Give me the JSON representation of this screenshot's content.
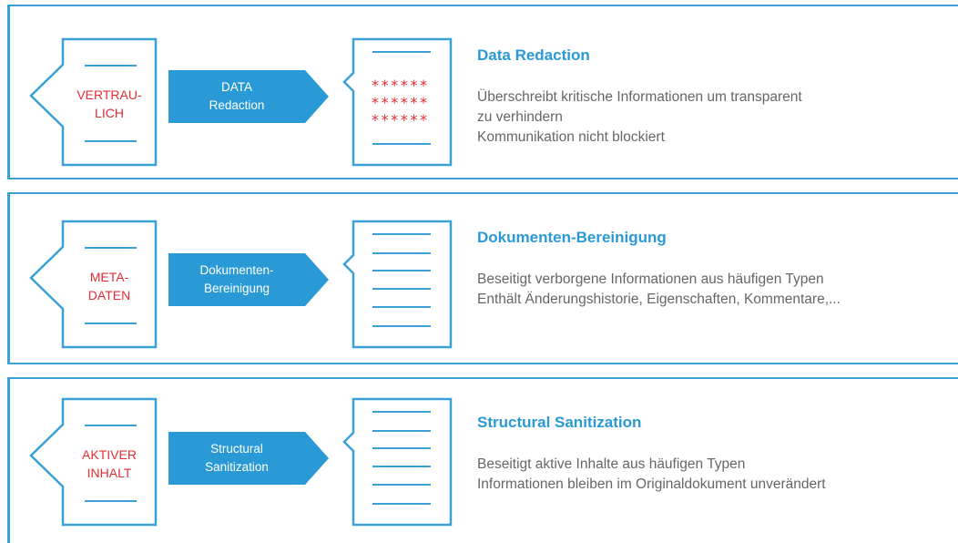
{
  "rows": [
    {
      "source_label": [
        "VERTRAU-",
        "LICH"
      ],
      "arrow_label": [
        "DATA",
        "Redaction"
      ],
      "masked_lines": [
        "******",
        "******",
        "******"
      ],
      "title": "Data Redaction",
      "description": [
        "Überschreibt kritische Informationen um transparent",
        "zu verhindern",
        "Kommunikation nicht blockiert"
      ]
    },
    {
      "source_label": [
        "META-",
        "DATEN"
      ],
      "arrow_label": [
        "Dokumenten-",
        "Bereinigung"
      ],
      "title": "Dokumenten-Bereinigung",
      "description": [
        "Beseitigt verborgene Informationen aus häufigen Typen",
        "Enthält Änderungshistorie, Eigenschaften, Kommentare,..."
      ]
    },
    {
      "source_label": [
        "AKTIVER",
        "INHALT"
      ],
      "arrow_label": [
        "Structural",
        "Sanitization"
      ],
      "title": "Structural Sanitization",
      "description": [
        "Beseitigt aktive Inhalte aus häufigen Typen",
        "Informationen bleiben im Originaldokument unverändert"
      ]
    }
  ],
  "colors": {
    "accent": "#3aa0d8",
    "arrow_fill": "#2a9ad6",
    "label_red": "#e42d35",
    "body_text": "#666666"
  }
}
